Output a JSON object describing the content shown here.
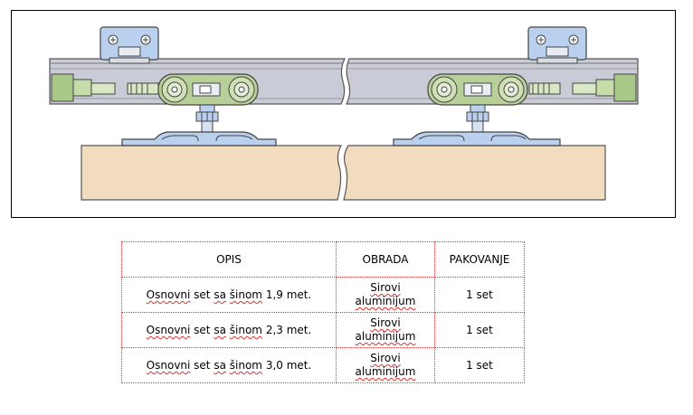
{
  "table": {
    "headers": [
      "OPIS",
      "OBRADA",
      "PAKOVANJE"
    ],
    "rows": [
      {
        "opis_parts": [
          "Osnovni",
          " set ",
          "sa",
          " ",
          "šinom",
          " 1,9 met."
        ],
        "obrada": [
          "Sirovi",
          "aluminijum"
        ],
        "pakovanje": "1 set"
      },
      {
        "opis_parts": [
          "Osnovni",
          " set ",
          "sa",
          " ",
          "šinom",
          " 2,3 met."
        ],
        "obrada": [
          "Sirovi",
          "aluminijum"
        ],
        "pakovanje": "1 set"
      },
      {
        "opis_parts": [
          "Osnovni",
          " set ",
          "sa",
          " ",
          "šinom",
          " 3,0 met."
        ],
        "obrada": [
          "Sirovi",
          "aluminijum"
        ],
        "pakovanje": "1 set"
      }
    ]
  },
  "colors": {
    "rail": "#c9ccd6",
    "wood": "#f2dcbf",
    "bracket": "#b9d0ef",
    "roller": "#b8cf9a",
    "stopper": "#a8c888",
    "table_border": "#d23a3a"
  },
  "icons": [
    "sliding-door-hardware-illustration"
  ]
}
